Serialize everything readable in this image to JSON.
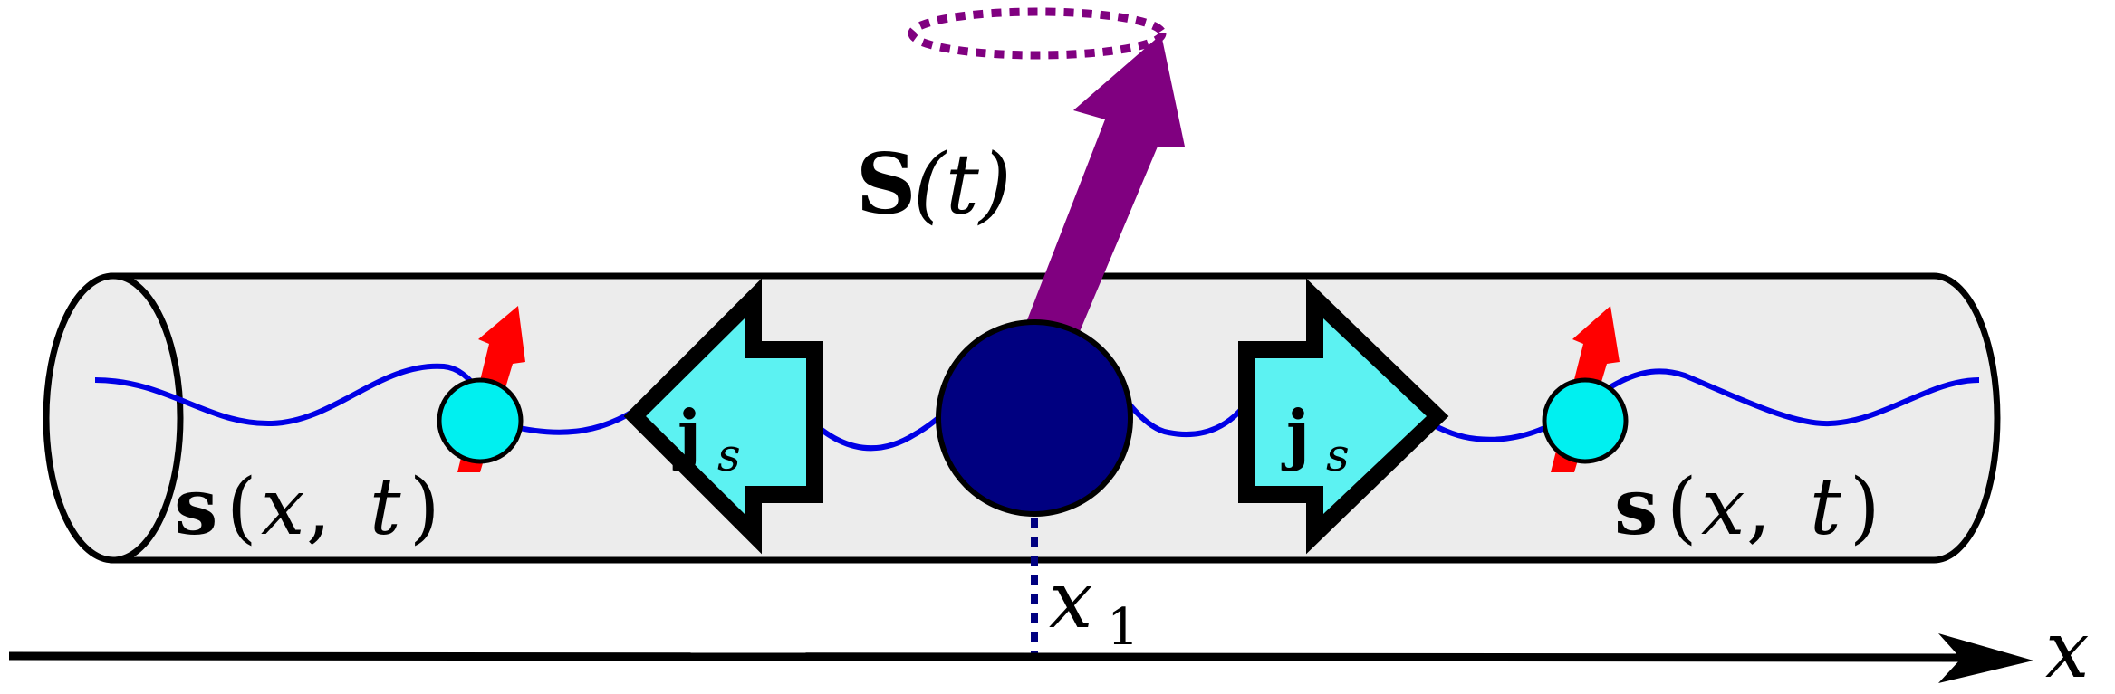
{
  "labels": {
    "big_spin_symbol": "S",
    "big_spin_arg": "(t)",
    "current_symbol": "j",
    "current_sub": "s",
    "spin_density_symbol": "s",
    "spin_density_arg_open": "(",
    "spin_density_arg_x": "x",
    "spin_density_arg_sep": ", ",
    "spin_density_arg_t": "t",
    "spin_density_arg_close": ")",
    "position_symbol": "x",
    "position_sub": "1",
    "axis_label": "x"
  },
  "colors": {
    "tube_fill": "#ececec",
    "wave": "#0000e6",
    "wave_light": "#1e90ff",
    "magnetic_impurity": "#000080",
    "big_spin_arrow": "#800080",
    "electron": "#00f0f0",
    "spin_arrow": "#ff0000",
    "current_arrow_fill": "#5cf2f2",
    "outline": "#000000"
  }
}
